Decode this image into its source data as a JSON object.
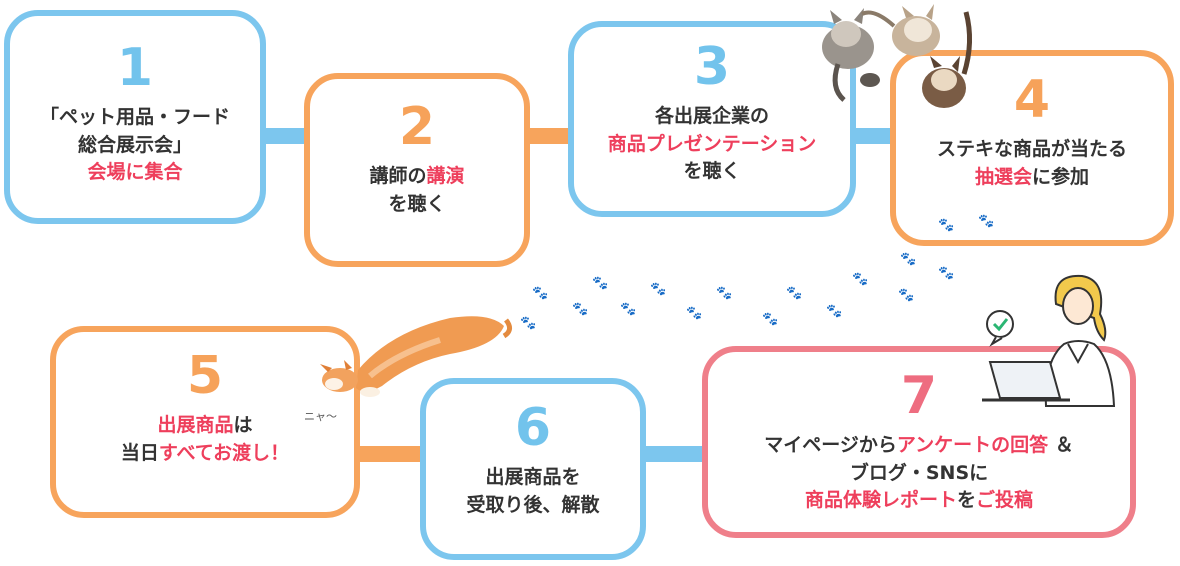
{
  "steps": [
    {
      "number": "1",
      "lines": [
        [
          "「ペット用品・フード"
        ],
        [
          "総合展示会」"
        ],
        [
          {
            "t": "会場に集合",
            "h": true
          }
        ]
      ]
    },
    {
      "number": "2",
      "lines": [
        [
          "講師の",
          {
            "t": "講演",
            "h": true
          }
        ],
        [
          "を聴く"
        ]
      ]
    },
    {
      "number": "3",
      "lines": [
        [
          "各出展企業の"
        ],
        [
          {
            "t": "商品プレゼンテーション",
            "h": true
          }
        ],
        [
          "を聴く"
        ]
      ]
    },
    {
      "number": "4",
      "lines": [
        [
          "ステキな商品が当たる"
        ],
        [
          {
            "t": "抽選会",
            "h": true
          },
          "に参加"
        ]
      ]
    },
    {
      "number": "5",
      "lines": [
        [
          {
            "t": "出展商品",
            "h": true
          },
          "は"
        ],
        [
          "当日",
          {
            "t": "すべてお渡し！",
            "h": true
          }
        ]
      ]
    },
    {
      "number": "6",
      "lines": [
        [
          "出展商品を"
        ],
        [
          "受取り後、解散"
        ]
      ]
    },
    {
      "number": "7",
      "lines": [
        [
          "マイページから",
          {
            "t": "アンケートの回答",
            "h": true
          },
          " ＆"
        ],
        [
          "ブログ・SNSに"
        ],
        [
          {
            "t": "商品体験レポート",
            "h": true
          },
          "を",
          {
            "t": "ご投稿",
            "h": true
          }
        ]
      ]
    }
  ],
  "meow_text": "ニャ〜",
  "colors": {
    "blue": "#7cc6ee",
    "orange": "#f7a45c",
    "pink": "#ef7f8a",
    "highlight": "#ee3f5c"
  }
}
